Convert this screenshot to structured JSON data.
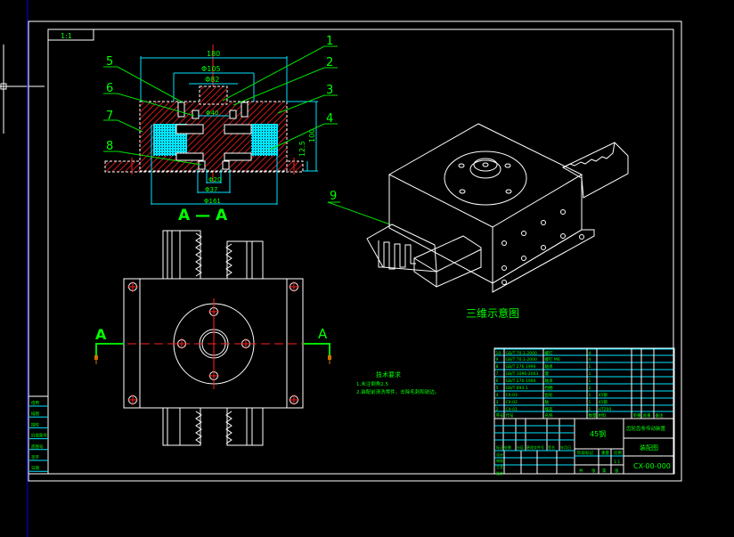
{
  "colors": {
    "background": "#000000",
    "frame": "#ffffff",
    "text": "#00ff00",
    "dimension": "#00e5ff",
    "section": "#ff2020"
  },
  "scale_label": "1:1",
  "section_view": {
    "title": "A — A",
    "dims": {
      "width": "180",
      "d105": "Φ105",
      "d82": "Φ82",
      "d40": "Φ40",
      "d20": "Φ20",
      "d37": "Φ37",
      "d161": "Φ161",
      "height": "100",
      "h12": "12.5"
    },
    "balloons": [
      "1",
      "2",
      "3",
      "4",
      "5",
      "6",
      "7",
      "8",
      "9"
    ]
  },
  "top_view": {
    "cut_left": "A",
    "cut_right": "A"
  },
  "iso_view": {
    "caption": "三维示意图"
  },
  "tech_req": {
    "title": "技术要求",
    "lines": [
      "1.未注倒角2.5",
      "2.装配前清洗零件，去除毛刺和锐边。"
    ]
  },
  "parts_list": [
    [
      "10",
      "GB/T 70.1-2000",
      "螺钉",
      "4",
      "",
      "",
      "",
      ""
    ],
    [
      "9",
      "GB/T 70.1-2000",
      "螺钉 M6",
      "4",
      "",
      "",
      "",
      ""
    ],
    [
      "8",
      "GB/T 276-1994",
      "轴承",
      "1",
      "",
      "",
      "",
      ""
    ],
    [
      "7",
      "GB/T 1096-2003",
      "键",
      "1",
      "",
      "",
      "",
      ""
    ],
    [
      "6",
      "GB/T 276-1994",
      "轴承",
      "1",
      "",
      "",
      "",
      ""
    ],
    [
      "5",
      "GB/T 893.1",
      "挡圈",
      "2",
      "",
      "",
      "",
      ""
    ],
    [
      "4",
      "CX-03",
      "齿轮",
      "1",
      "45钢",
      "",
      "",
      ""
    ],
    [
      "3",
      "CX-02",
      "轴",
      "1",
      "45钢",
      "",
      "",
      ""
    ],
    [
      "2",
      "CX-01",
      "端盖",
      "1",
      "HT200",
      "",
      "",
      ""
    ],
    [
      "序号",
      "代号",
      "名称",
      "数量",
      "材料",
      "单重",
      "总重",
      "备注"
    ]
  ],
  "title_block": {
    "material": "45钢",
    "product": "齿轮齿条传动装置",
    "drawing_type": "装配图",
    "drawing_no": "CX-00-000",
    "labels": [
      "标记",
      "处数",
      "分区",
      "更改文件号",
      "签名",
      "年月日"
    ],
    "rows": [
      "设计",
      "审核",
      "工艺",
      "批准"
    ],
    "stage": [
      "阶段标记",
      "重量",
      "比例"
    ],
    "scale": "1:1",
    "sheet": [
      "共",
      "张",
      "第",
      "张"
    ]
  },
  "left_strip": [
    "借用",
    "描图",
    "描校",
    "旧底图号",
    "底图号",
    "签字",
    "日期"
  ]
}
